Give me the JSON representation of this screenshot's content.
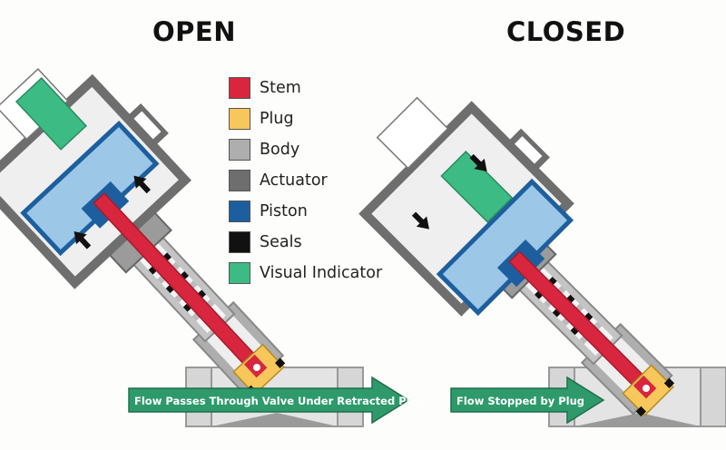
{
  "titles": {
    "open": "OPEN",
    "closed": "CLOSED"
  },
  "legend": [
    {
      "label": "Stem",
      "color": "#d7263d"
    },
    {
      "label": "Plug",
      "color": "#f7c75b"
    },
    {
      "label": "Body",
      "color": "#aeaeae"
    },
    {
      "label": "Actuator",
      "color": "#6e6e6e"
    },
    {
      "label": "Piston",
      "color": "#1d5f9e"
    },
    {
      "label": "Seals",
      "color": "#111111"
    },
    {
      "label": "Visual Indicator",
      "color": "#3dbb84"
    }
  ],
  "flow": {
    "open": "Flow Passes Through Valve Under Retracted Plug",
    "closed": "Flow Stopped by Plug"
  },
  "colors": {
    "arrow": "#2e9a6b",
    "piston_fill": "#9cc7e6",
    "inner": "#ececec"
  }
}
